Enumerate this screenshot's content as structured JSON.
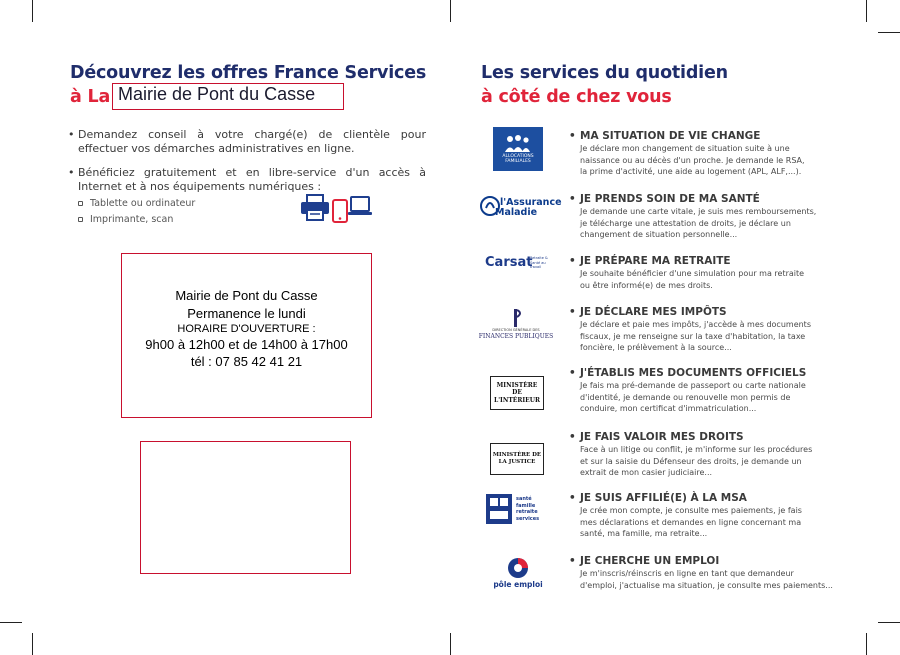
{
  "left": {
    "title_line1": "Découvrez les offres France Services",
    "title_prefix": "à La",
    "title_fill": "Mairie de Pont du Casse",
    "bullets": [
      "Demandez conseil à votre chargé(e) de clientèle pour effectuer vos démarches administratives en ligne.",
      "Bénéficiez gratuitement et en libre-service d'un accès à Internet et à nos équipements numériques :"
    ],
    "sub_items": [
      "Tablette ou ordinateur",
      "Imprimante, scan"
    ],
    "info_lines": [
      "Mairie de Pont du Casse",
      "Permanence le lundi",
      "HORAIRE D'OUVERTURE :",
      "9h00 à 12h00 et de 14h00 à 17h00",
      "tél : 07 85 42 41 21"
    ],
    "icons": [
      "printer-icon",
      "tablet-icon",
      "laptop-icon"
    ]
  },
  "right": {
    "title_line1": "Les services du quotidien",
    "title_line2": "à côté de chez vous",
    "services": [
      {
        "title": "MA SITUATION DE VIE CHANGE",
        "desc": [
          "Je déclare mon changement de situation suite à une",
          "naissance ou au décès d'un proche. Je demande le RSA,",
          "la prime d'activité, une aide au logement (APL, ALF,...)."
        ],
        "logo_text": [
          "ALLOCATIONS",
          "FAMILIALES"
        ]
      },
      {
        "title": "JE PRENDS SOIN DE MA SANTÉ",
        "desc": [
          "Je demande une carte vitale, je suis mes remboursements,",
          "je télécharge une attestation de droits, je déclare un",
          "changement de situation personnelle..."
        ],
        "logo_text": [
          "l'Assurance",
          "Maladie"
        ]
      },
      {
        "title": "JE PRÉPARE MA RETRAITE",
        "desc": [
          "Je souhaite bénéficier d'une simulation pour ma retraite",
          "ou être informé(e) de mes droits."
        ],
        "logo_text": [
          "Carsat",
          "Retraite & Santé au travail"
        ]
      },
      {
        "title": "JE DÉCLARE MES IMPÔTS",
        "desc": [
          "Je déclare et paie mes impôts, j'accède à mes documents",
          "fiscaux, je me renseigne sur la taxe d'habitation, la taxe",
          "foncière, le prélèvement à la source..."
        ],
        "logo_text": [
          "DIRECTION GÉNÉRALE DES",
          "FINANCES PUBLIQUES"
        ]
      },
      {
        "title": "J'ÉTABLIS MES DOCUMENTS OFFICIELS",
        "desc": [
          "Je fais ma pré-demande de passeport ou carte nationale",
          "d'identité, je demande ou renouvelle mon permis de",
          "conduire, mon certificat d'immatriculation..."
        ],
        "logo_text": [
          "MINISTÈRE",
          "DE",
          "L'INTÉRIEUR"
        ]
      },
      {
        "title": "JE FAIS VALOIR MES DROITS",
        "desc": [
          "Face à un litige ou conflit, je m'informe sur les procédures",
          "et sur la saisie du Défenseur des droits, je demande un",
          "extrait de mon casier judiciaire..."
        ],
        "logo_text": [
          "MINISTÈRE DE",
          "LA JUSTICE"
        ]
      },
      {
        "title": "JE SUIS AFFILIÉ(E) À LA MSA",
        "desc": [
          "Je crée mon compte, je consulte mes paiements, je fais",
          "mes déclarations et demandes en ligne concernant ma",
          "santé, ma famille, ma retraite..."
        ],
        "logo_text": [
          "santé",
          "famille",
          "retraite",
          "services"
        ]
      },
      {
        "title": "JE CHERCHE UN EMPLOI",
        "desc": [
          "Je m'inscris/réinscris en ligne en tant que demandeur",
          "d'emploi, j'actualise ma situation, je consulte mes paiements..."
        ],
        "logo_text": [
          "pôle emploi"
        ]
      }
    ]
  },
  "colors": {
    "navy": "#1f2d6b",
    "red": "#e0243a",
    "box_border": "#c8102e",
    "caf_blue": "#1d4fa0",
    "am_blue": "#0c3b8c"
  }
}
